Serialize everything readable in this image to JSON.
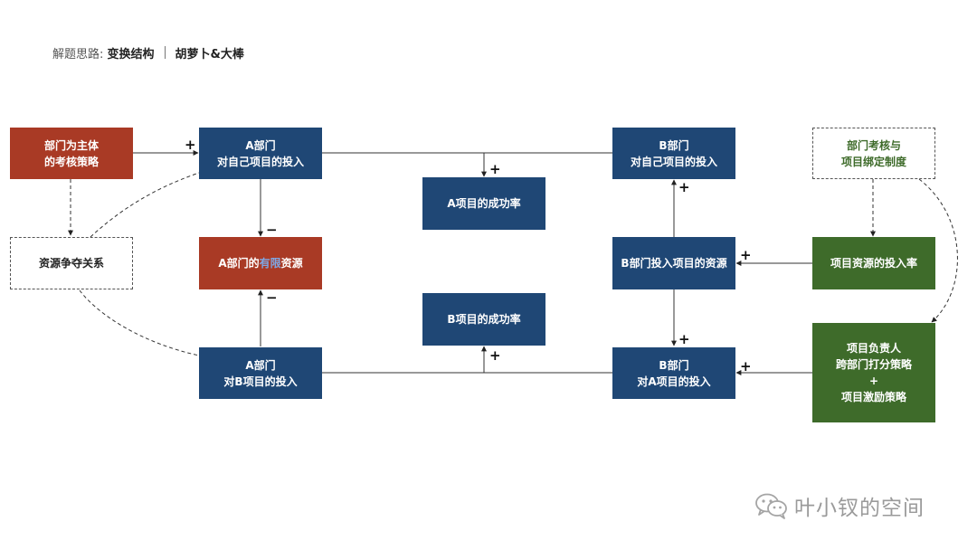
{
  "header": {
    "label": "解题思路:",
    "topic": "变换结构",
    "author": "胡萝卜&大棒"
  },
  "nodes": {
    "dept_strategy": [
      "部门为主体",
      "的考核策略"
    ],
    "resource_competition": "资源争夺关系",
    "a_self": [
      "A部门",
      "对自己项目的投入"
    ],
    "a_limited": {
      "pre": "A部门的",
      "highlight": "有限",
      "post": "资源"
    },
    "a_to_b": [
      "A部门",
      "对B项目的投入"
    ],
    "a_success": "A项目的成功率",
    "b_success": "B项目的成功率",
    "b_self": [
      "B部门",
      "对自己项目的投入"
    ],
    "b_resource": "B部门投入项目的资源",
    "b_to_a": [
      "B部门",
      "对A项目的投入"
    ],
    "binding": [
      "部门考核与",
      "项目绑定制度"
    ],
    "input_rate": "项目资源的投入率",
    "leader": [
      "项目负责人",
      "跨部门打分策略",
      "+",
      "项目激励策略"
    ]
  },
  "signs": {
    "strategy_to_a_self": "+",
    "a_self_to_limited": "−",
    "a_to_b_to_limited": "−",
    "to_a_success": "+",
    "to_b_success": "+",
    "b_res_to_b_self": "+",
    "rate_to_b_res": "+",
    "b_res_to_b_to_a": "+",
    "leader_to_b_to_a": "+"
  },
  "watermark": {
    "icon": "wechat-icon",
    "text": "叶小钗的空间"
  },
  "colors": {
    "blue": "#1f4775",
    "red": "#a93a25",
    "green": "#3e6b2a"
  }
}
